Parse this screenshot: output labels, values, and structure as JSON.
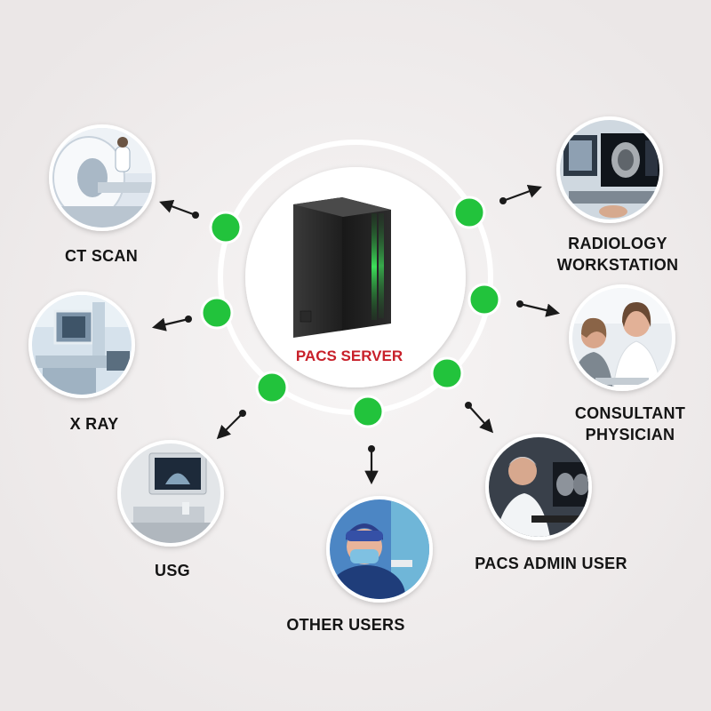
{
  "diagram": {
    "center": {
      "label": "PACS SERVER",
      "label_color": "#c8202a",
      "icon": "server-tower-icon"
    },
    "nodes": [
      {
        "id": "ct-scan",
        "label_lines": [
          "CT SCAN"
        ],
        "icon": "ct-scanner-icon"
      },
      {
        "id": "x-ray",
        "label_lines": [
          "X RAY"
        ],
        "icon": "x-ray-machine-icon"
      },
      {
        "id": "usg",
        "label_lines": [
          "USG"
        ],
        "icon": "ultrasound-machine-icon"
      },
      {
        "id": "other-users",
        "label_lines": [
          "OTHER USERS"
        ],
        "icon": "surgeon-icon"
      },
      {
        "id": "pacs-admin-user",
        "label_lines": [
          "PACS ADMIN USER"
        ],
        "icon": "doctor-workstation-icon"
      },
      {
        "id": "consultant-physician",
        "label_lines": [
          "CONSULTANT",
          "PHYSICIAN"
        ],
        "icon": "physician-consultation-icon"
      },
      {
        "id": "radiology-workstation",
        "label_lines": [
          "RADIOLOGY",
          "WORKSTATION"
        ],
        "icon": "radiology-monitor-icon"
      }
    ],
    "colors": {
      "background": "#f1eeee",
      "connector_dot": "#22c33c",
      "arrow": "#1a1a1a",
      "ring": "#ffffff",
      "server_glow": "#3de05a"
    }
  }
}
